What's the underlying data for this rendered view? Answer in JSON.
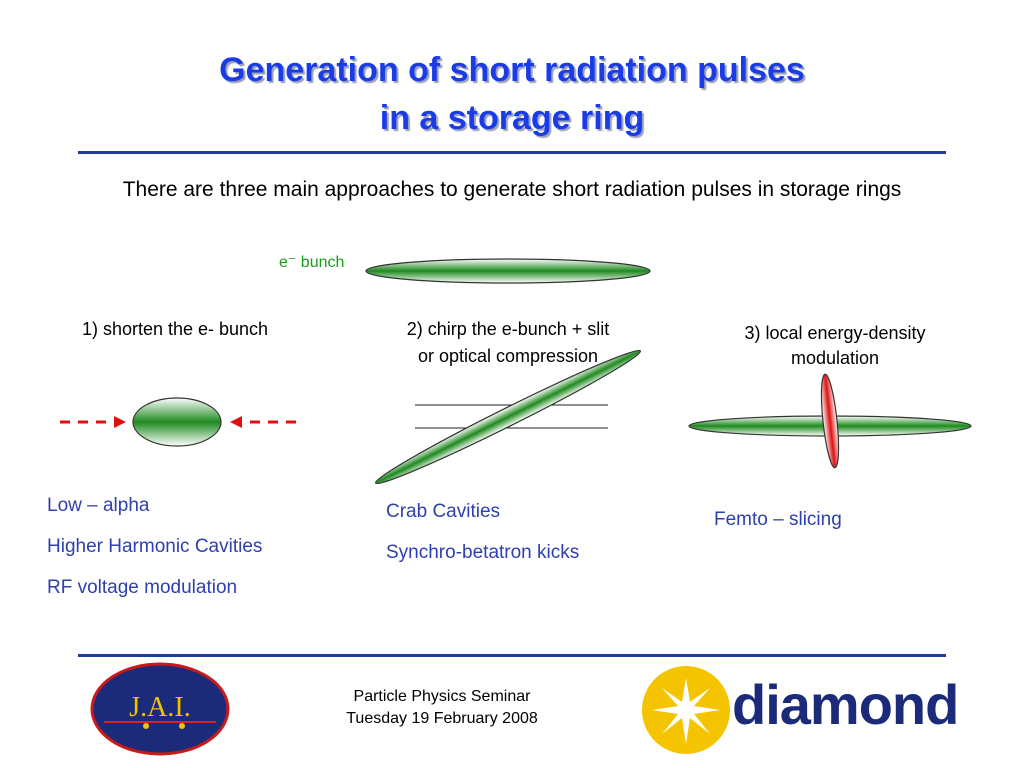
{
  "slide": {
    "title_line1": "Generation of short radiation pulses",
    "title_line2": "in a storage ring",
    "intro": "There are three main approaches to generate short radiation pulses in storage rings",
    "bunch_label": "e⁻ bunch",
    "approach1": {
      "label": "1) shorten the e- bunch",
      "items": [
        "Low – alpha",
        "Higher Harmonic Cavities",
        "RF voltage modulation"
      ]
    },
    "approach2": {
      "label_line1": "2) chirp the e-bunch + slit",
      "label_line2": "or optical compression",
      "items": [
        "Crab Cavities",
        "Synchro-betatron kicks"
      ]
    },
    "approach3": {
      "label_line1": "3) local energy-density",
      "label_line2": "modulation",
      "items": [
        "Femto – slicing"
      ]
    }
  },
  "footer": {
    "line1": "Particle Physics Seminar",
    "line2": "Tuesday 19 February 2008",
    "jai_logo_text": "J.A.I.",
    "diamond_logo_text": "diamond"
  },
  "colors": {
    "title": "#1a3ce8",
    "rule": "#223a9c",
    "bunch_green": "#1f8a1f",
    "arrow_red": "#e01010",
    "list_blue": "#2e3fae",
    "diamond_yellow": "#f5c400",
    "jai_navy": "#1c2a7a"
  }
}
